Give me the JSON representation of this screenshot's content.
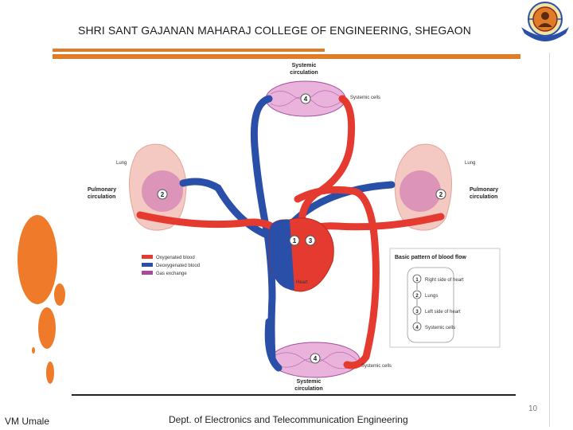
{
  "header": {
    "title": "SHRI SANT GAJANAN MAHARAJ COLLEGE OF ENGINEERING, SHEGAON"
  },
  "diagram": {
    "labels": {
      "systemic_top": [
        "Systemic",
        "circulation"
      ],
      "systemic_cells_top": "Systemic cells",
      "lung_left": "Lung",
      "lung_right": "Lung",
      "pulmonary_left": [
        "Pulmonary",
        "circulation"
      ],
      "pulmonary_right": [
        "Pulmonary",
        "circulation"
      ],
      "heart": "Heart",
      "systemic_cells_bottom": "Systemic cells",
      "systemic_bottom": [
        "Systemic",
        "circulation"
      ]
    },
    "legend": [
      {
        "label": "Oxygenated blood",
        "color": "#e53a2f"
      },
      {
        "label": "Deoxygenated blood",
        "color": "#2a4fa8"
      },
      {
        "label": "Gas exchange",
        "color": "#a74a9f"
      }
    ],
    "flow_box": {
      "title": "Basic pattern of blood flow",
      "steps": [
        {
          "num": "1",
          "label": "Right side of heart"
        },
        {
          "num": "2",
          "label": "Lungs"
        },
        {
          "num": "3",
          "label": "Left side of heart"
        },
        {
          "num": "4",
          "label": "Systemic cells"
        }
      ]
    },
    "markers": {
      "top": "4",
      "left": "2",
      "right": "2",
      "heart_right": "1",
      "heart_left": "3",
      "bottom": "4"
    },
    "colors": {
      "oxygenated": "#e53a2f",
      "deoxygenated": "#2a4fa8",
      "gas_exchange": "#a74a9f",
      "lung_fill": "#f4c9c2"
    }
  },
  "footer": {
    "left": "VM Umale",
    "center": "Dept. of Electronics and Telecommunication Engineering",
    "page_number": "10"
  },
  "theme": {
    "accent": "#e07b28"
  }
}
